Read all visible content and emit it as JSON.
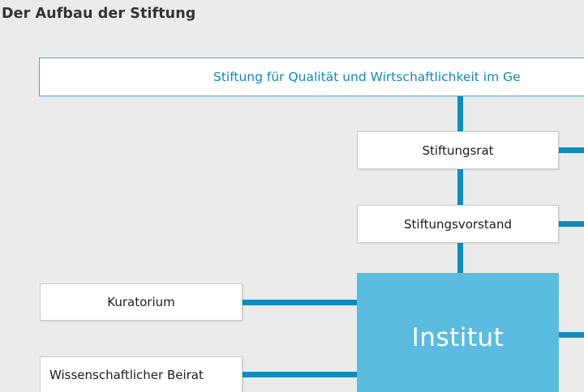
{
  "page": {
    "title": "Der Aufbau der Stiftung",
    "background_color": "#ebebeb",
    "accent_color": "#0f8cbd",
    "institut_fill_color": "#5bbcdf",
    "banner_text_color": "#1588b5"
  },
  "diagram": {
    "type": "organization-chart",
    "nodes": [
      {
        "id": "banner",
        "label": "Stiftung für Qualität und Wirtschaftlichkeit im Ge",
        "style": "banner",
        "clipped_right": true
      },
      {
        "id": "stiftungsrat",
        "label": "Stiftungsrat",
        "style": "white"
      },
      {
        "id": "stiftungsvorstand",
        "label": "Stiftungsvorstand",
        "style": "white"
      },
      {
        "id": "institut",
        "label": "Institut",
        "style": "filled",
        "clipped_bottom": true
      },
      {
        "id": "kuratorium",
        "label": "Kuratorium",
        "style": "white"
      },
      {
        "id": "wissenschaftlicher-beirat",
        "label": "Wissenschaftlicher Beirat",
        "style": "white"
      }
    ],
    "connectors": [
      {
        "id": "banner-to-stiftungsrat",
        "orientation": "vertical"
      },
      {
        "id": "stiftungsrat-to-vorstand",
        "orientation": "vertical"
      },
      {
        "id": "vorstand-to-institut",
        "orientation": "vertical"
      },
      {
        "id": "stiftungsrat-right",
        "orientation": "horizontal"
      },
      {
        "id": "vorstand-right",
        "orientation": "horizontal"
      },
      {
        "id": "institut-right",
        "orientation": "horizontal"
      },
      {
        "id": "kuratorium-to-institut",
        "orientation": "horizontal"
      },
      {
        "id": "beirat-to-institut",
        "orientation": "horizontal"
      }
    ]
  }
}
